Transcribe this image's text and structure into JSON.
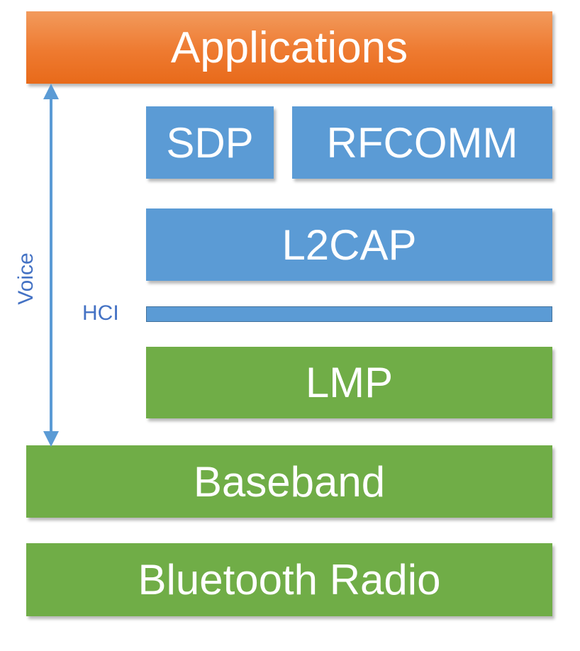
{
  "diagram": {
    "title": "",
    "layers": {
      "applications": "Applications",
      "sdp": "SDP",
      "rfcomm": "RFCOMM",
      "l2cap": "L2CAP",
      "lmp": "LMP",
      "baseband": "Baseband",
      "bluetooth_radio": "Bluetooth Radio"
    },
    "interface_label": "HCI",
    "voice_label": "Voice"
  },
  "colors": {
    "orange": "#ee7a30",
    "blue": "#5b9bd5",
    "green": "#70ad47",
    "label_blue": "#4472c4"
  }
}
